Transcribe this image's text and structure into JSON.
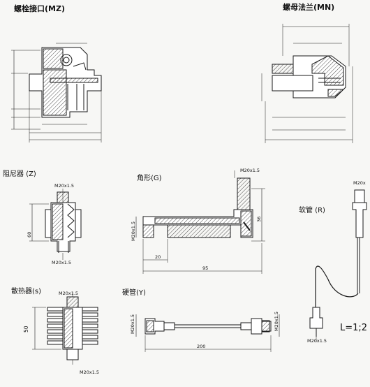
{
  "titles": {
    "mz": "螺栓接口(MZ)",
    "mn": "螺母法兰(MN)",
    "z": "阻尼器 (Z)",
    "g": "角形(G)",
    "r": "软管 (R)",
    "s": "散热器(s)",
    "y": "硬管(Y)"
  },
  "dims": {
    "z_m20_top": "M20x1.5",
    "z_60": "60",
    "z_m20_bottom": "M20x1.5",
    "g_m20_top": "M20x1.5",
    "g_m20_left": "M20x1.5",
    "g_36": "36",
    "g_20": "20",
    "g_95": "95",
    "r_m20_top": "M20x",
    "r_m20_bottom": "M20x1.5",
    "r_ratio": "L=1;2",
    "s_m20_top": "M20x1.5",
    "s_50": "50",
    "s_m20_bottom": "M20x1.5",
    "y_m20_left": "M20x1.5",
    "y_m20_right": "M20x1.5",
    "y_200": "200"
  },
  "colors": {
    "line": "#1a1a1a",
    "background": "#f7f7f5"
  }
}
